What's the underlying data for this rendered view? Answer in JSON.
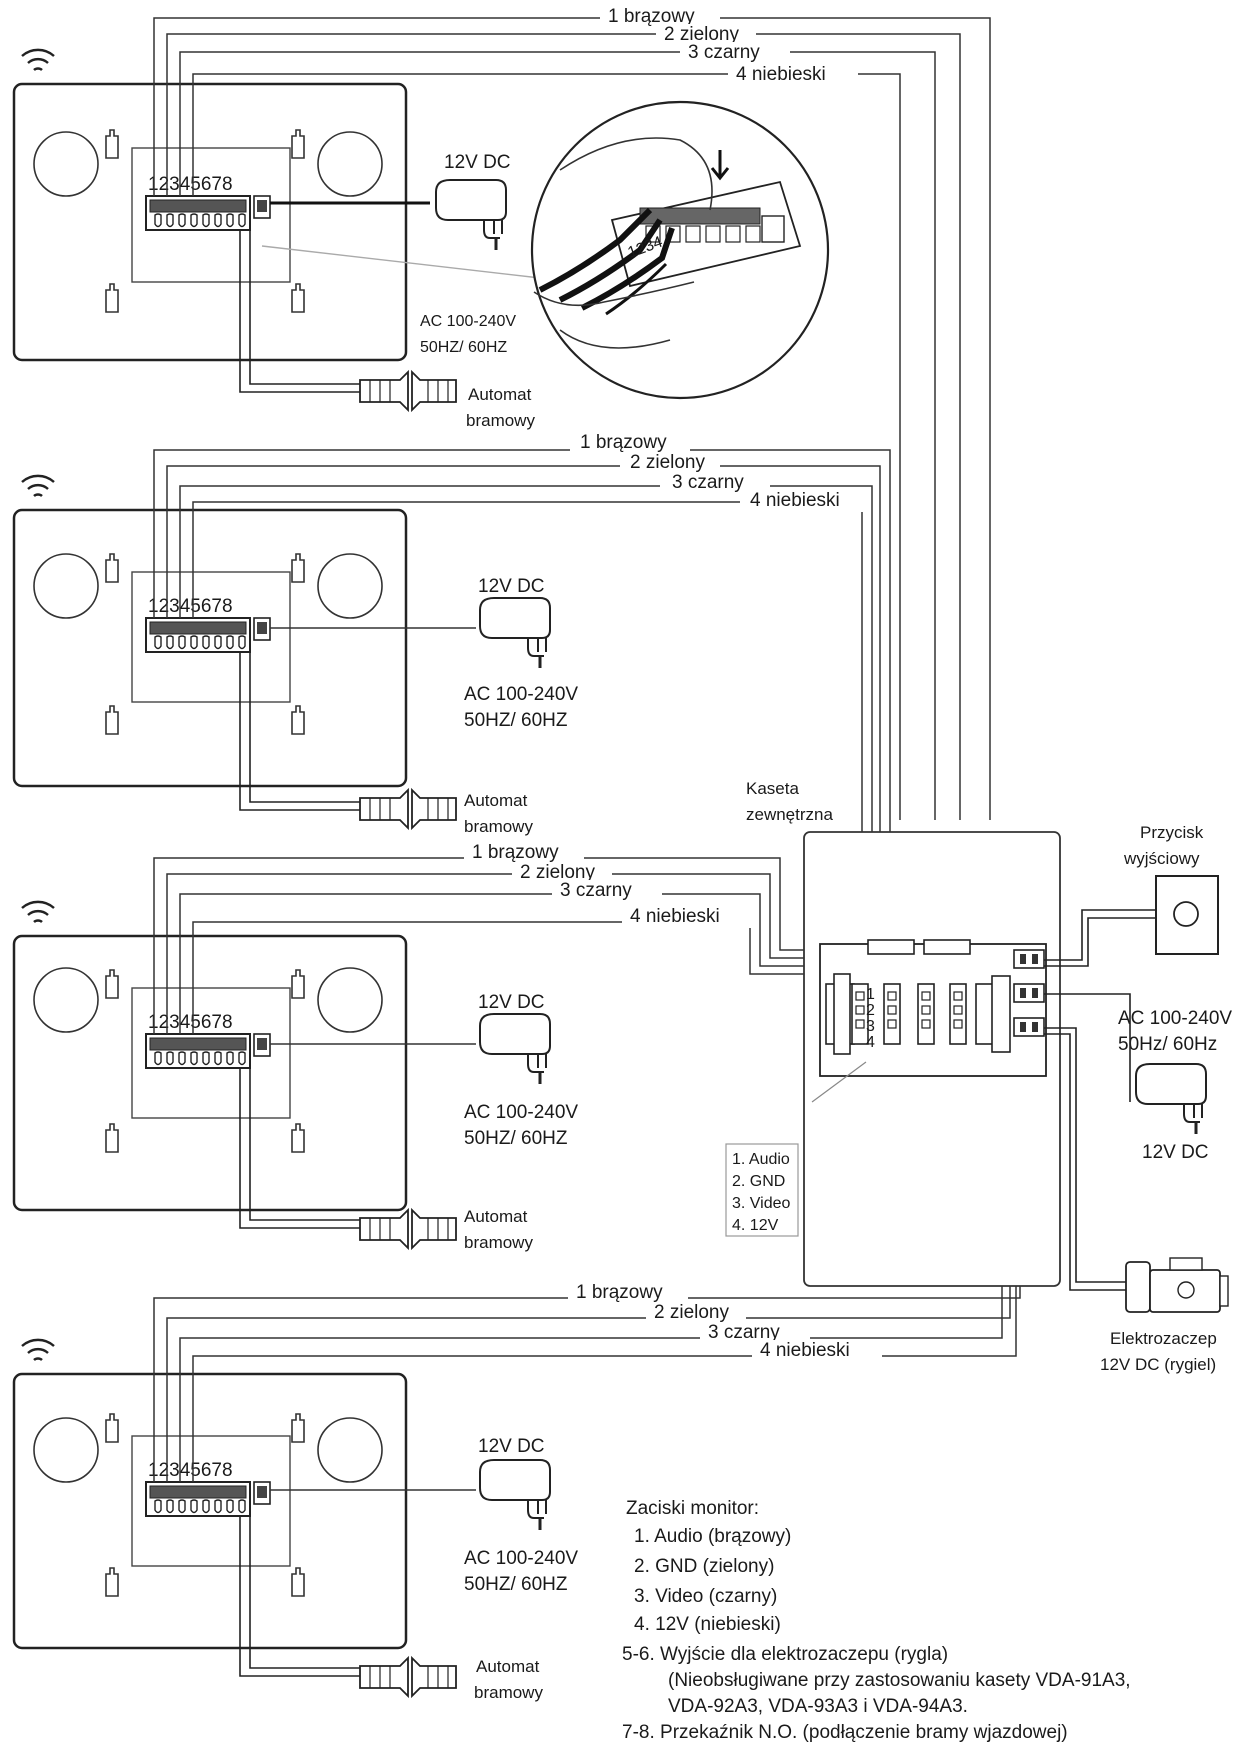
{
  "wires": {
    "w1": "1 brązowy",
    "w2": "2 zielony",
    "w3": "3 czarny",
    "w4": "4 niebieski"
  },
  "monitor": {
    "terminal_numbers": "12345678",
    "power_adapter": "12V DC",
    "mains_line1": "AC 100-240V",
    "mains_line2": "50HZ/ 60HZ",
    "gate_line1": "Automat",
    "gate_line2": "bramowy"
  },
  "zoom_terminal_numbers": "1234",
  "outdoor": {
    "title_line1": "Kaseta",
    "title_line2": "zewnętrzna",
    "port_numbers": [
      "1",
      "2",
      "3",
      "4"
    ],
    "callout": [
      "1. Audio",
      "2. GND",
      "3. Video",
      "4. 12V"
    ]
  },
  "exit_button": {
    "line1": "Przycisk",
    "line2": "wyjściowy"
  },
  "outdoor_power": {
    "line1": "AC 100-240V",
    "line2": "50Hz/ 60Hz",
    "line3": "12V DC"
  },
  "lock": {
    "line1": "Elektrozaczep",
    "line2": "12V DC (rygiel)"
  },
  "legend": {
    "title": "Zaciski monitor:",
    "items": [
      "1. Audio (brązowy)",
      "2. GND (zielony)",
      "3. Video (czarny)",
      "4. 12V (niebieski)",
      "5-6. Wyjście dla elektrozaczepu (rygla)",
      "(Nieobsługiwane przy zastosowaniu kasety VDA-91A3,",
      "VDA-92A3, VDA-93A3 i VDA-94A3.",
      "7-8. Przekaźnik N.O. (podłączenie bramy wjazdowej)"
    ]
  },
  "colors": {
    "line": "#2a2a2a",
    "background": "#ffffff"
  }
}
